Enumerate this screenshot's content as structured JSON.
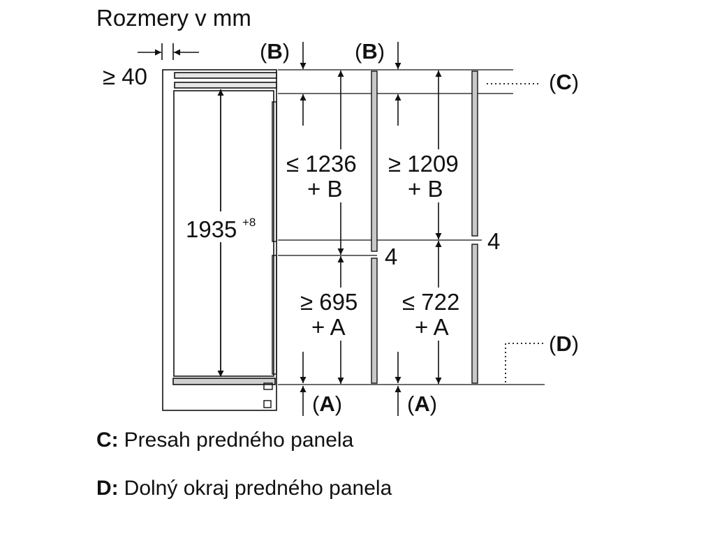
{
  "title": "Rozmery v mm",
  "side_gap": "≥ 40",
  "height": {
    "value": "1935",
    "tolerance": "+8"
  },
  "ref_open": "(",
  "ref_close": ")",
  "ref_A": "A",
  "ref_B": "B",
  "ref_C": "C",
  "ref_D": "D",
  "upper_left": {
    "line1": "≤ 1236",
    "line2": "+ B"
  },
  "upper_right": {
    "line1": "≥ 1209",
    "line2": "+ B"
  },
  "lower_left": {
    "line1": "≥ 695",
    "line2": "+ A"
  },
  "lower_right": {
    "line1": "≤ 722",
    "line2": "+ A"
  },
  "gap_left": "4",
  "gap_right": "4",
  "legend": [
    {
      "key": "C:",
      "text": "Presah predného panela"
    },
    {
      "key": "D:",
      "text": "Dolný okraj predného panela"
    }
  ]
}
